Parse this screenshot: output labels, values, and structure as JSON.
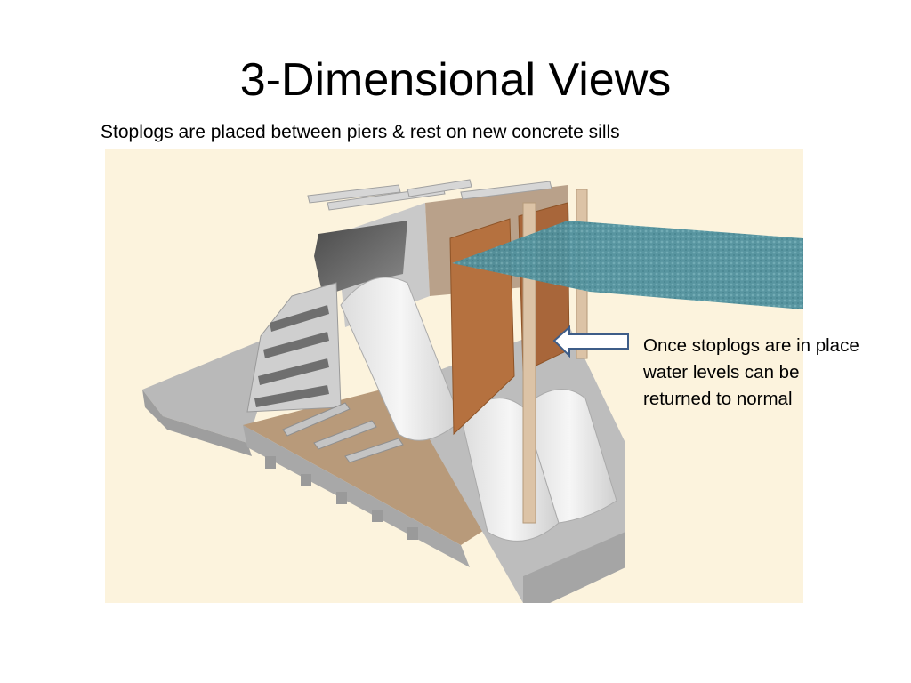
{
  "slide": {
    "title": "3-Dimensional Views",
    "subtitle": "Stoplogs are placed between piers & rest on new concrete sills",
    "callout": "Once stoplogs are in place water levels can be returned to normal"
  },
  "colors": {
    "figure_background": "#fcf3dd",
    "water": "#4d8f9c",
    "stoplog": "#b5713f",
    "concrete": "#c8c8c8",
    "arrow": "#3e5d88"
  }
}
